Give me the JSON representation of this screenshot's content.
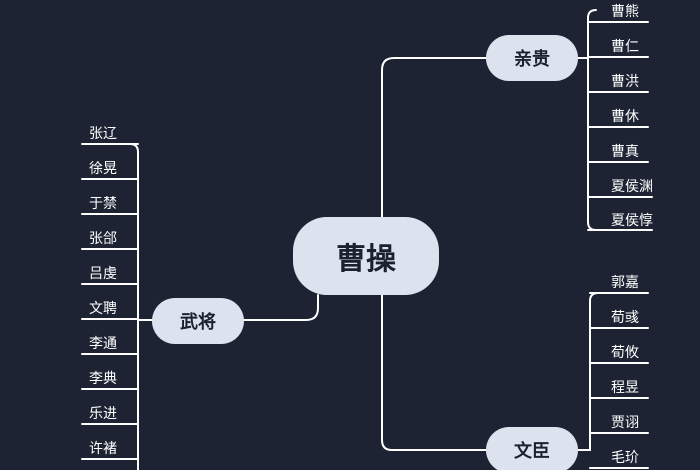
{
  "root": "曹操",
  "branches": {
    "qingui": {
      "label": "亲贵",
      "leaves": [
        "曹熊",
        "曹仁",
        "曹洪",
        "曹休",
        "曹真",
        "夏侯渊",
        "夏侯惇"
      ]
    },
    "wujiang": {
      "label": "武将",
      "leaves": [
        "张辽",
        "徐晃",
        "于禁",
        "张郃",
        "吕虔",
        "文聘",
        "李通",
        "李典",
        "乐进",
        "许褚"
      ]
    },
    "wenchen": {
      "label": "文臣",
      "leaves": [
        "郭嘉",
        "荀彧",
        "荀攸",
        "程昱",
        "贾诩",
        "毛玠"
      ]
    }
  },
  "colors": {
    "background": "#1e2334",
    "node_fill": "#dde3ee",
    "line": "#ffffff"
  }
}
